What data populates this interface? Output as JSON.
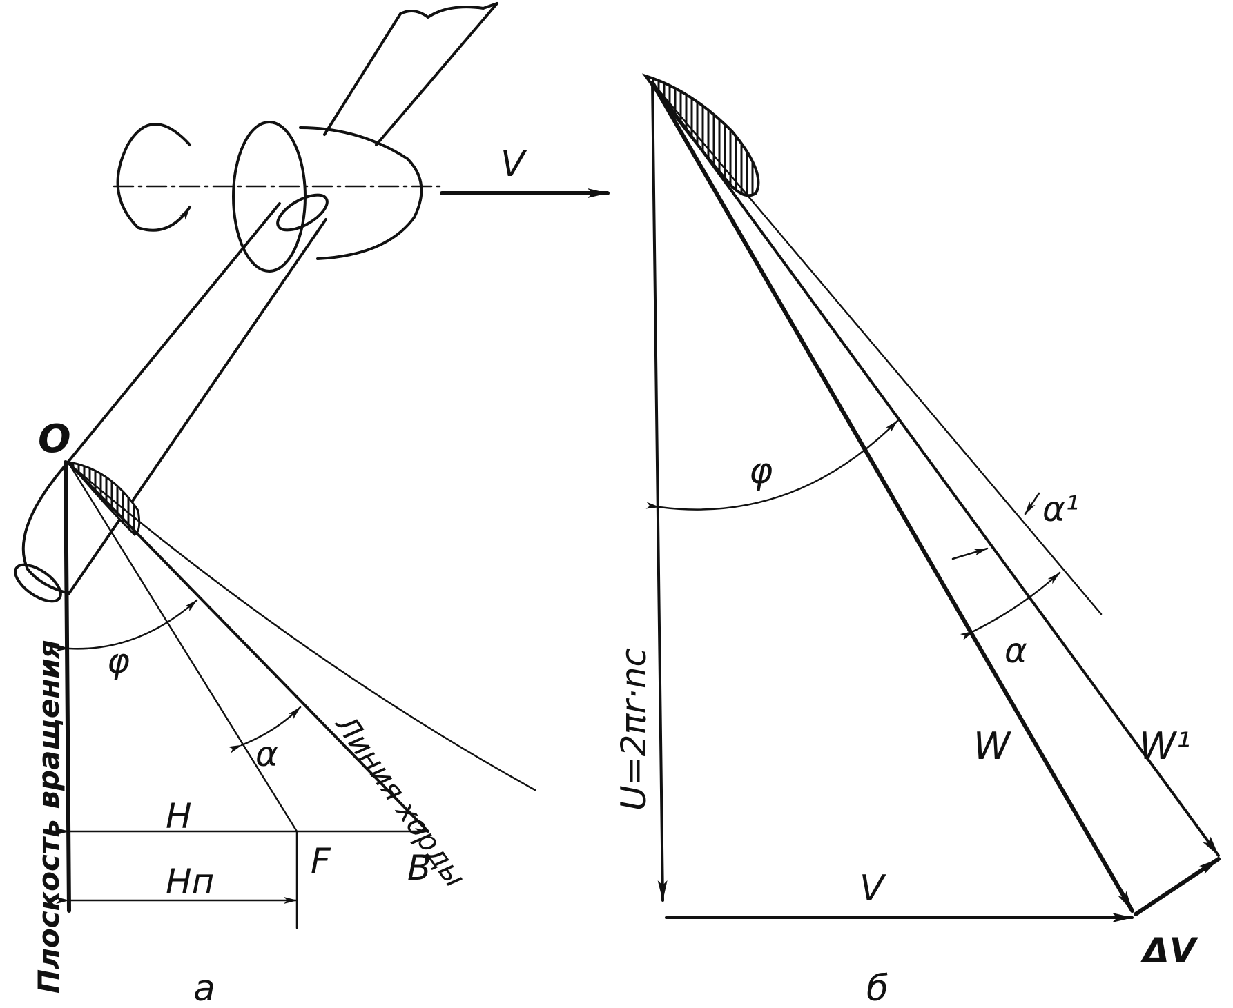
{
  "left_figure": {
    "caption": "а",
    "point_O": "O",
    "point_F": "F",
    "point_B": "B",
    "H_label": "H",
    "Hn_label": "Hп",
    "phi_label": "φ",
    "alpha_label": "α",
    "V_label": "V",
    "rotation_plane_label": "Плоскость вращения",
    "chord_line_label": "Линия хорды"
  },
  "right_figure": {
    "caption": "б",
    "U_label": "U=2πr·nc",
    "V_label": "V",
    "W_label": "W",
    "W1_label": "W¹",
    "dV_label": "ΔV",
    "phi_label": "φ",
    "alpha_label": "α",
    "alpha1_label": "α¹"
  }
}
